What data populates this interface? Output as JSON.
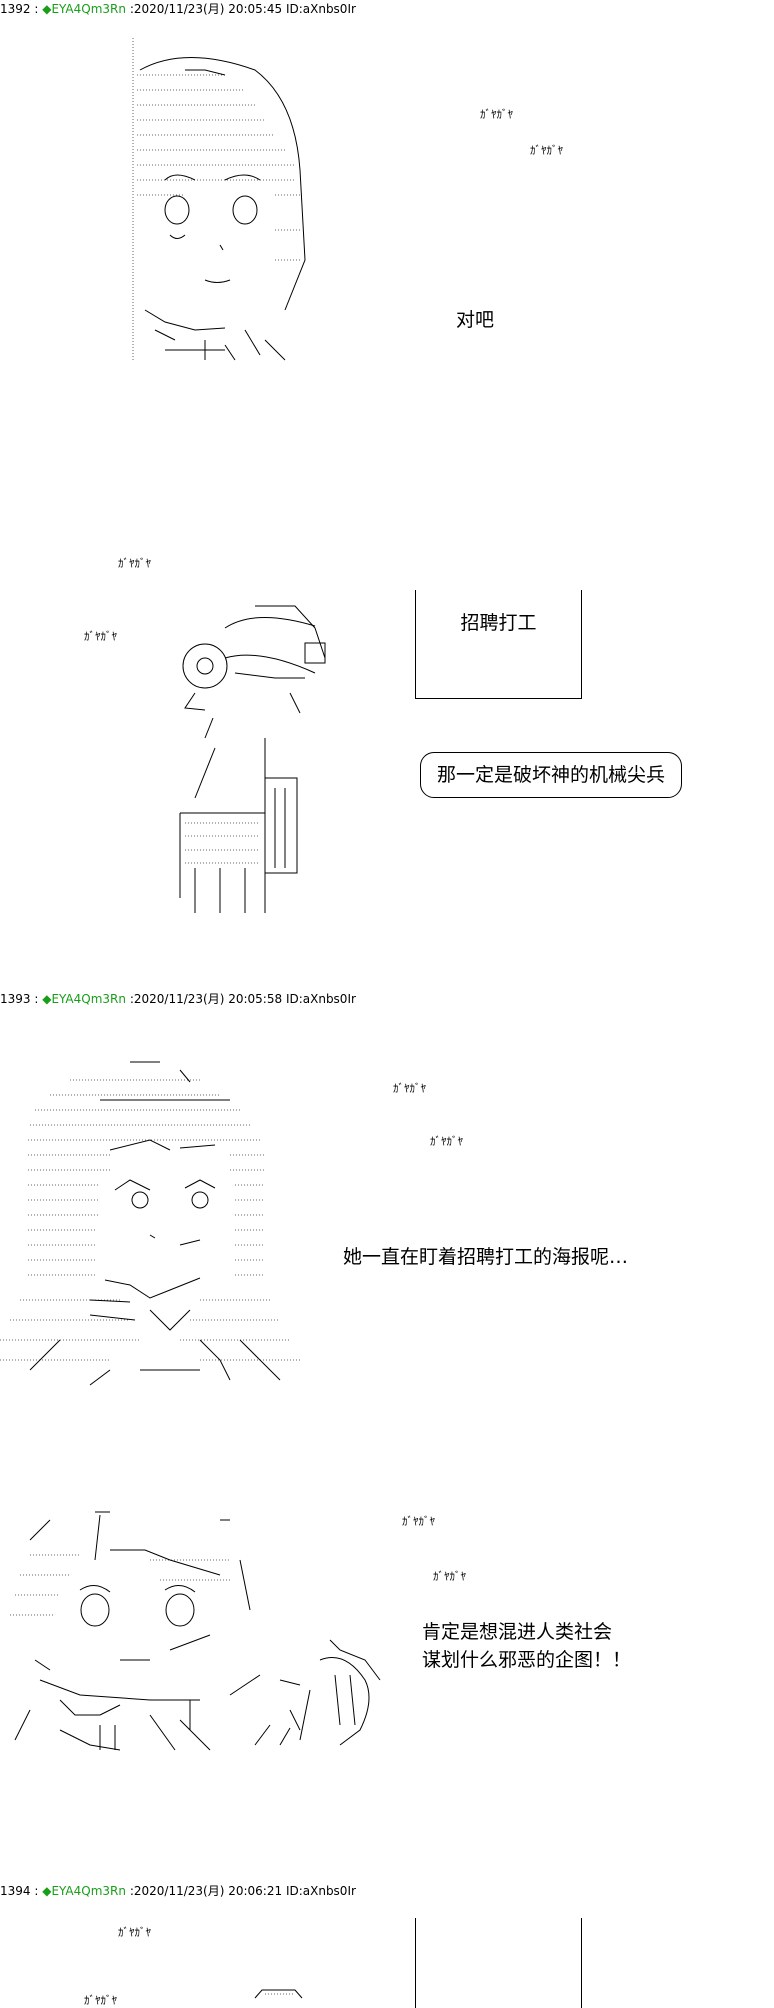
{
  "posts": [
    {
      "number": "1392",
      "trip": "EYA4Qm3Rn",
      "datetime": ":2020/11/23(月) 20:05:45",
      "id": "ID:aXnbs0Ir"
    },
    {
      "number": "1393",
      "trip": "EYA4Qm3Rn",
      "datetime": ":2020/11/23(月) 20:05:58",
      "id": "ID:aXnbs0Ir"
    },
    {
      "number": "1394",
      "trip": "EYA4Qm3Rn",
      "datetime": ":2020/11/23(月) 20:06:21",
      "id": "ID:aXnbs0Ir"
    }
  ],
  "header_separator": " : ",
  "diamond_glyph": "◆",
  "sfx": "ｶﾞﾔｶﾞﾔ",
  "panel1": {
    "dialog": "对吧"
  },
  "panel2": {
    "sign": "招聘打工",
    "bubble": "那一定是破坏神的机械尖兵"
  },
  "panel3": {
    "dialog": "她一直在盯着招聘打工的海报呢…"
  },
  "panel4": {
    "dialog_line1": "肯定是想混进人类社会",
    "dialog_line2": "谋划什么邪恶的企图！！"
  },
  "colors": {
    "trip": "#1a9e1a",
    "text": "#000000",
    "background": "#ffffff"
  }
}
